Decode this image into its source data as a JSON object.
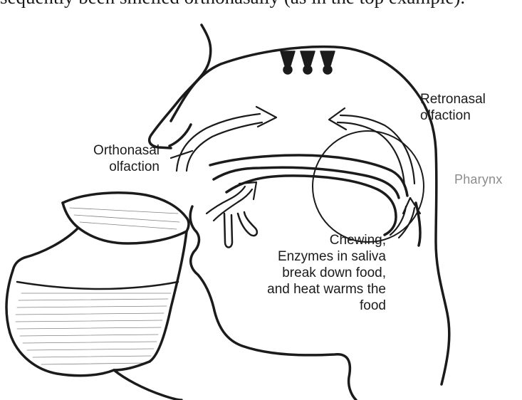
{
  "caption": "sequently been smelled orthonasally (as in the top example).",
  "labels": {
    "orthonasal": [
      "Orthonasal",
      "olfaction"
    ],
    "retronasal": [
      "Retronasal",
      "olfaction"
    ],
    "pharynx": "Pharynx",
    "chewing": [
      "Chewing,",
      "Enzymes in saliva",
      "break down food,",
      "and heat warms the",
      "food"
    ]
  },
  "colors": {
    "ink": "#1b1b1b",
    "pharynx_label": "#8c8c8c"
  }
}
